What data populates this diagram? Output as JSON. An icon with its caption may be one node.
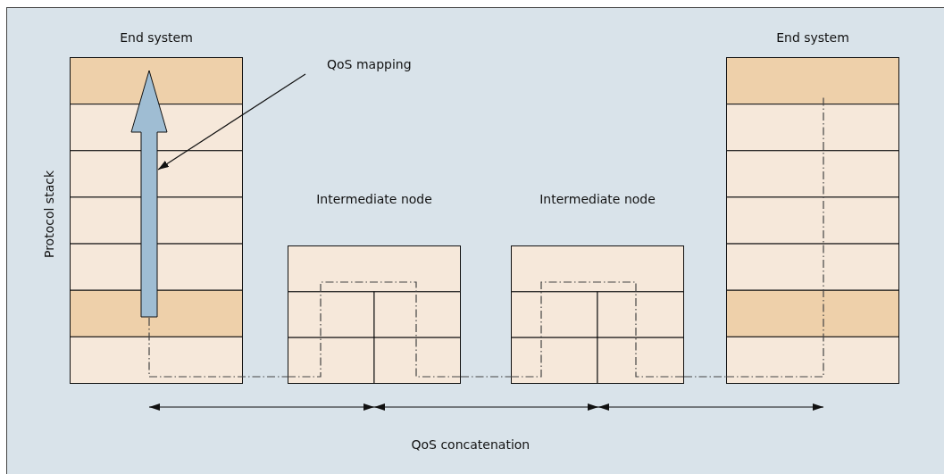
{
  "diagram": {
    "nodes": [
      {
        "text": [
          "End system"
        ]
      },
      {
        "text": [
          "Intermediate node"
        ]
      },
      {
        "text": [
          "Intermediate node"
        ]
      },
      {
        "text": [
          "End system"
        ]
      },
      {
        "text": [
          "QoS mapping"
        ]
      },
      {
        "text": [],
        "shape": "arrow",
        "in": 0
      }
    ],
    "edges": [
      {
        "from": 4,
        "to": 5,
        "arrow": "to"
      },
      {
        "from": 5,
        "to": 1,
        "arrow": "none",
        "style": "dashed"
      },
      {
        "from": 1,
        "to": 2,
        "arrow": "none",
        "style": "dashed"
      },
      {
        "from": 2,
        "to": 3,
        "arrow": "none",
        "style": "dashed"
      }
    ],
    "labels": [
      "Protocol stack",
      "QoS concatenation"
    ]
  }
}
